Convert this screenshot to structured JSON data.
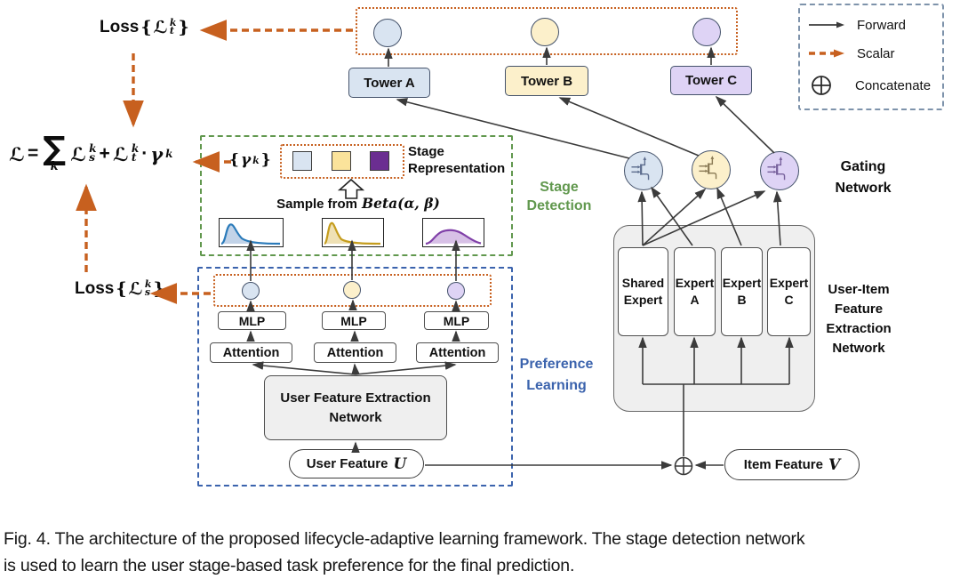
{
  "legend": {
    "forward": "Forward",
    "scalar": "Scalar",
    "concatenate": "Concatenate"
  },
  "loss_t": {
    "label": "Loss",
    "brace_l": "{",
    "sym": "ℒ",
    "sup": "k",
    "sub": "t",
    "brace_r": "}"
  },
  "loss_s": {
    "label": "Loss",
    "brace_l": "{",
    "sym": "ℒ",
    "sup": "k",
    "sub": "s",
    "brace_r": "}"
  },
  "equation": {
    "lhs": "ℒ",
    "eq": "=",
    "sum": "∑",
    "sum_sub": "k",
    "t1": {
      "sym": "ℒ",
      "sub": "s",
      "sup": "k"
    },
    "plus": "+",
    "t2": {
      "sym": "ℒ",
      "sub": "t",
      "sup": "k"
    },
    "dot": "·",
    "gamma": {
      "sym": "γ",
      "sup": "k"
    }
  },
  "gamma_set": {
    "brace_l": "{",
    "sym": "γ",
    "sup": "k",
    "brace_r": "}"
  },
  "towers": [
    {
      "label": "Tower A"
    },
    {
      "label": "Tower B"
    },
    {
      "label": "Tower C"
    }
  ],
  "stage_detection": {
    "label_line1": "Stage",
    "label_line2": "Detection",
    "representation_line1": "Stage",
    "representation_line2": "Representation",
    "sample_label": "Sample from",
    "beta": "Beta(α, β)"
  },
  "preference_learning": {
    "label_line1": "Preference",
    "label_line2": "Learning",
    "mlp": "MLP",
    "attention": "Attention",
    "ufen_line1": "User Feature Extraction",
    "ufen_line2": "Network",
    "user_feature": {
      "label": "User Feature",
      "var": "U"
    }
  },
  "experts": [
    {
      "label": "Shared Expert"
    },
    {
      "label": "Expert A"
    },
    {
      "label": "Expert B"
    },
    {
      "label": "Expert C"
    }
  ],
  "gating": {
    "label_line1": "Gating",
    "label_line2": "Network"
  },
  "user_item": {
    "lines": [
      "User-Item",
      "Feature",
      "Extraction",
      "Network"
    ]
  },
  "item_feature": {
    "label": "Item Feature",
    "var": "V"
  },
  "caption": {
    "line1": "Fig. 4.  The architecture of the proposed lifecycle-adaptive learning framework. The stage detection network",
    "line2": "is used to learn the user stage-based task preference for the final prediction."
  },
  "colors": {
    "lightblue": "#d9e4f1",
    "cream": "#fcf0cb",
    "lavender": "#ded3f5",
    "deeppurple": "#6b2e91",
    "orange": "#c7601f",
    "green": "#61984e",
    "blue": "#3b63ad",
    "slate": "#45536b",
    "charcoal": "#4f4f4f",
    "grayfill": "#efefef",
    "line": "#3b3b3b",
    "legendborder": "#7e93ab",
    "gateglyph": "#5d6d8e",
    "distblue": "#2b7bba",
    "distgold": "#c59d1e",
    "distpurple": "#8040a8"
  }
}
